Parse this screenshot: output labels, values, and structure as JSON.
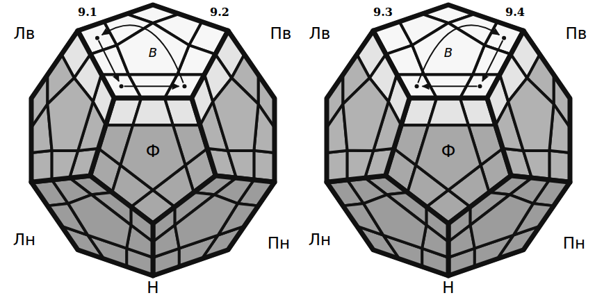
{
  "diagram": {
    "labels": [
      "9.1",
      "9.2",
      "Лв",
      "Пв",
      "В",
      "Ф",
      "Лн",
      "Пн",
      "Н",
      "9.3",
      "9.4",
      "Лв",
      "Пв",
      "В",
      "Ф",
      "Лн",
      "Пн",
      "Н"
    ]
  }
}
